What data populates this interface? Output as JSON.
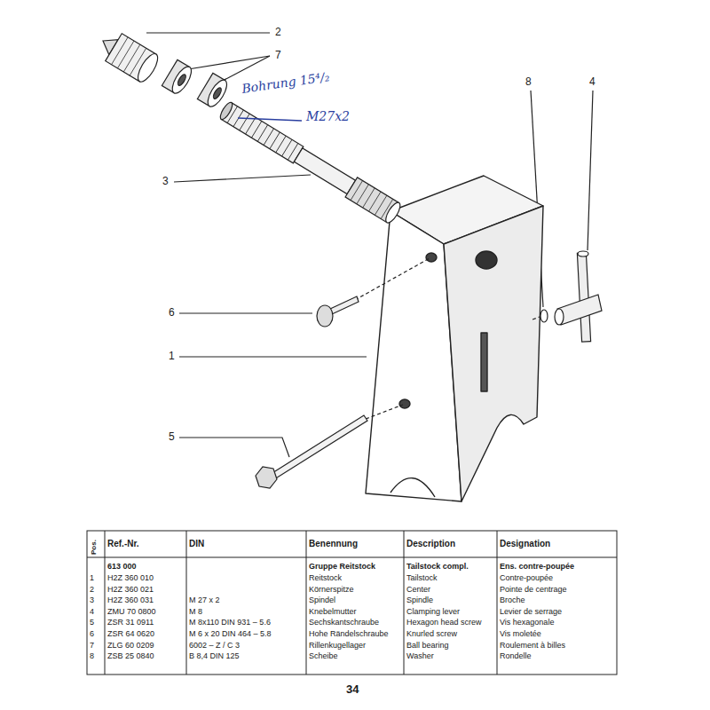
{
  "diagram": {
    "labels": [
      "2",
      "7",
      "Bohrung 15⁴/₂",
      "M27x2",
      "8",
      "4",
      "3",
      "6",
      "1",
      "5",
      "Pos.",
      "Ref.-Nr.",
      "DIN",
      "Benennung",
      "Description",
      "Designation",
      "613 000",
      "Gruppe Reitstock",
      "Tailstock compl.",
      "Ens. contre-poupée",
      "1",
      "H2Z 360 010",
      "Reitstock",
      "Tailstock",
      "Contre-poupée",
      "2",
      "H2Z 360 021",
      "Körnerspitze",
      "Center",
      "Pointe de centrage",
      "3",
      "H2Z 360 031",
      "M 27 x 2",
      "Spindel",
      "Spindle",
      "Broche",
      "4",
      "ZMU 70 0800",
      "M 8",
      "Knebelmutter",
      "Clamping lever",
      "Levier de serrage",
      "5",
      "ZSR 31 0911",
      "M 8x110 DIN 931 – 5.6",
      "Sechskantschraube",
      "Hexagon head screw",
      "Vis hexagonale",
      "6",
      "ZSR 64 0620",
      "M 6 x 20 DIN 464 – 5.8",
      "Hohe Rändelschraube",
      "Knurled screw",
      "Vis moletée",
      "7",
      "ZLG 60 0209",
      "6002 – Z / C 3",
      "Rillenkugellager",
      "Ball bearing",
      "Roulement à billes",
      "8",
      "ZSB 25 0840",
      "B 8,4 DIN 125",
      "Scheibe",
      "Washer",
      "Rondelle",
      "34"
    ]
  }
}
